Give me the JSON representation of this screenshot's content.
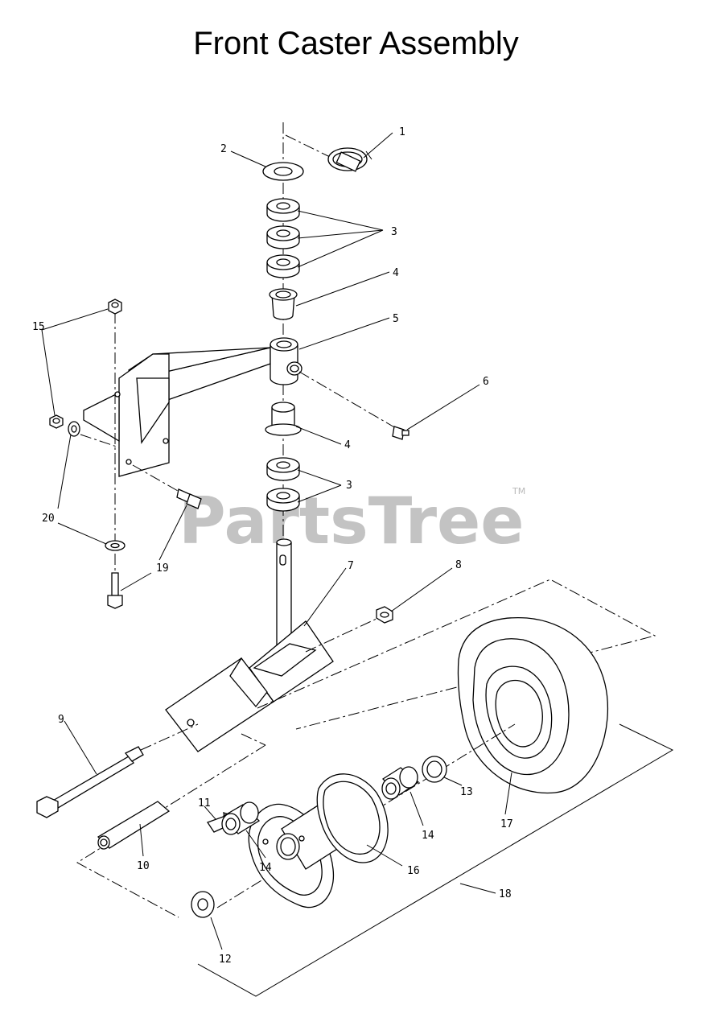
{
  "title": "Front Caster Assembly",
  "watermark": {
    "text": "PartsTree",
    "tm": "TM"
  },
  "callouts": {
    "c1": "1",
    "c2": "2",
    "c3a": "3",
    "c3b": "3",
    "c4a": "4",
    "c4b": "4",
    "c5": "5",
    "c6": "6",
    "c7": "7",
    "c8": "8",
    "c9": "9",
    "c10": "10",
    "c11": "11",
    "c12": "12",
    "c13": "13",
    "c14a": "14",
    "c14b": "14",
    "c15": "15",
    "c16": "16",
    "c17": "17",
    "c18": "18",
    "c19": "19",
    "c20": "20"
  }
}
